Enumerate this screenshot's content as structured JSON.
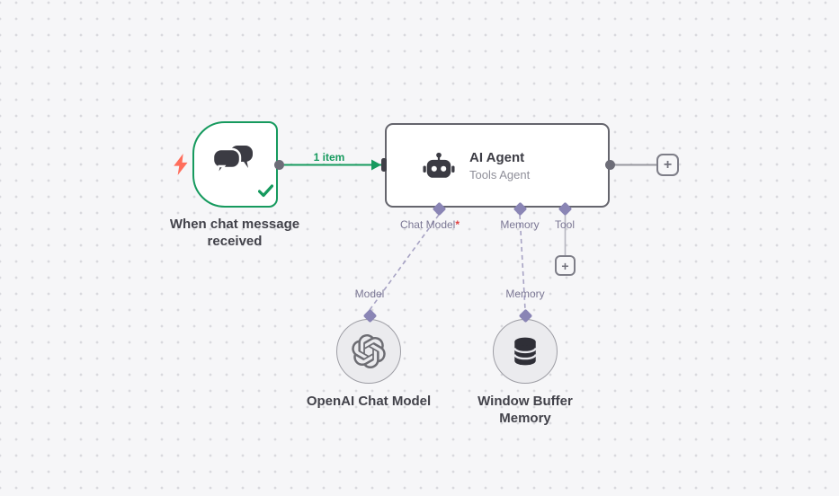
{
  "connection": {
    "items_badge": "1 item"
  },
  "trigger": {
    "label": "When chat message received"
  },
  "agent": {
    "title": "AI Agent",
    "subtitle": "Tools Agent",
    "ports": {
      "chat_model": "Chat Model",
      "chat_model_required": "*",
      "memory": "Memory",
      "tool": "Tool"
    },
    "add_tool_label": "+",
    "add_next_label": "+"
  },
  "subnodes": {
    "openai": {
      "port": "Model",
      "label": "OpenAI Chat Model"
    },
    "memory": {
      "port": "Memory",
      "label": "Window Buffer Memory"
    }
  },
  "icons": {
    "trigger_pin": "lightning-icon",
    "trigger_main": "chat-bubbles-icon",
    "trigger_status": "check-icon",
    "agent_main": "robot-icon",
    "openai_main": "openai-logo-icon",
    "memory_main": "database-icon",
    "add": "plus-icon"
  },
  "colors": {
    "success_green": "#169a5e",
    "connection_gray": "#98989f",
    "port_purple": "#8a85b5",
    "dashed_purple": "#a7a3c4",
    "bolt_orange": "#ff6e5c",
    "required_red": "#e03e3e",
    "node_border": "#65656d",
    "canvas_bg": "#f6f6f8"
  }
}
